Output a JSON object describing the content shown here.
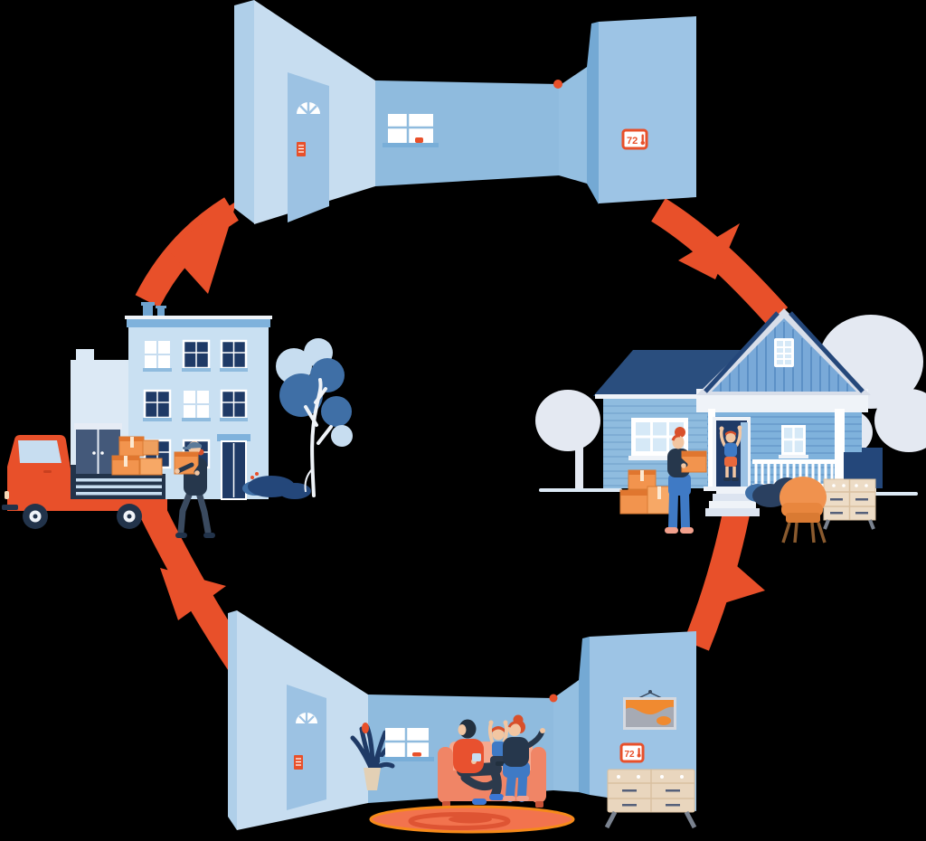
{
  "scenes": {
    "empty_room": {
      "name": "empty-room",
      "thermostat": "72"
    },
    "new_house": {
      "name": "new-house-move-in"
    },
    "living_room": {
      "name": "furnished-living-room",
      "thermostat": "72"
    },
    "moving_out": {
      "name": "moving-truck-loading"
    }
  },
  "cycle": {
    "direction": "clockwise",
    "arrow_count": "4"
  },
  "colors": {
    "accent_orange": "#E8502A",
    "bright_orange_rim": "#F68A1A",
    "rug_fill": "#F2734E",
    "box_orange": "#F2944E",
    "box_flap": "#E0762F",
    "wall_lightest": "#C7DDF0",
    "wall_door": "#9CC2E3",
    "wall_back": "#8FBBDE",
    "wall_fold": "#74A9D4",
    "wall_panel": "#9DC4E5",
    "navy_window": "#1F3A66",
    "deep_navy": "#22334A",
    "roof_navy": "#2A4E7E",
    "siding_blue": "#7FB2DC",
    "gable_blue": "#79A9D8",
    "pale_tree": "#E4E9F2",
    "tree_blue": "#3F6FA6",
    "tan_furniture": "#E9D6BE",
    "jeans_blue": "#3F7AC5",
    "skin": "#F2C6A2",
    "red_hair": "#D8502B",
    "background": "#000000"
  }
}
